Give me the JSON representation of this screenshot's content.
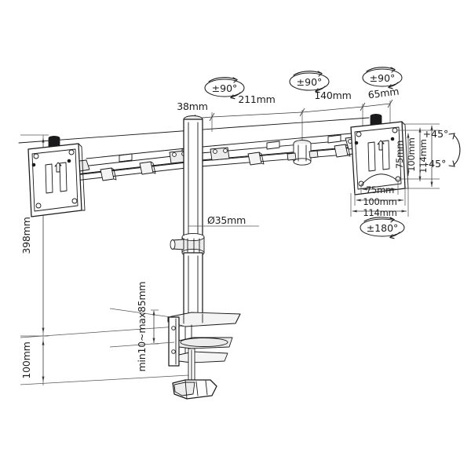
{
  "drawing": {
    "title": "Dual Monitor Desk Mount Dimension Drawing",
    "units": "mm",
    "background_color": "#ffffff",
    "line_color": "#1a1a1c",
    "dimension_color": "#3a3a3c"
  },
  "dimensions": {
    "arm_segment_38": "38mm",
    "arm_segment_211": "211mm",
    "arm_segment_140": "140mm",
    "arm_segment_65": "65mm",
    "pole_diameter": "Ø35mm",
    "total_height": "398mm",
    "base_height": "100mm",
    "clamp_range": "min10~max85mm",
    "vesa_v_75": "75mm",
    "vesa_v_100": "100mm",
    "vesa_v_114": "114mm",
    "vesa_h_75": "75mm",
    "vesa_h_100": "100mm",
    "vesa_h_114": "114mm"
  },
  "rotation_badges": {
    "badge_1": "±90°",
    "badge_2": "±90°",
    "badge_3": "±90°",
    "badge_rotate_180": "±180°"
  },
  "tilt": {
    "up": "+45°",
    "down": "-45°"
  }
}
